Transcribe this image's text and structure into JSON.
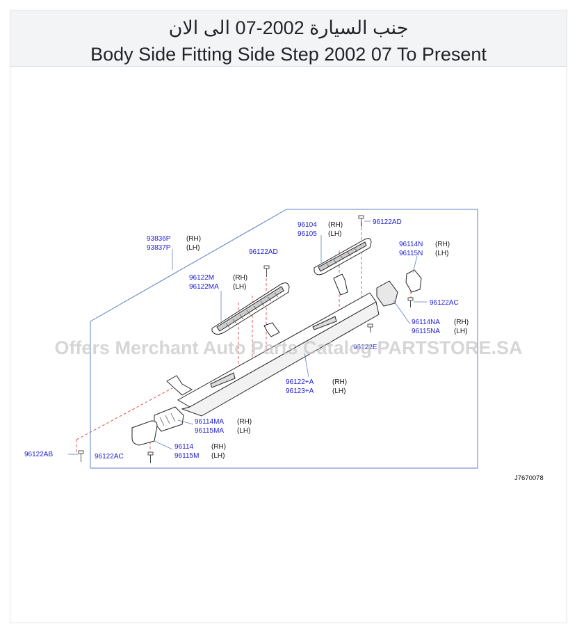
{
  "header": {
    "title_ar": "جنب السيارة 2002-07 الى الان",
    "title_en": "Body Side Fitting Side Step 2002 07 To Present"
  },
  "watermark": "Offers Merchant Auto Parts Catalog PARTSTORE.SA",
  "reference_code": "J7670078",
  "parts": {
    "p93836P": {
      "no": "93836P",
      "side": "(RH)"
    },
    "p93837P": {
      "no": "93837P",
      "side": "(LH)"
    },
    "p96122AD_a": {
      "no": "96122AD"
    },
    "p96122M": {
      "no": "96122M",
      "side": "(RH)"
    },
    "p96122MA": {
      "no": "96122MA",
      "side": "(LH)"
    },
    "p96104": {
      "no": "96104",
      "side": "(RH)"
    },
    "p96105": {
      "no": "96105",
      "side": "(LH)"
    },
    "p96122AD_b": {
      "no": "96122AD"
    },
    "p96114N": {
      "no": "96114N",
      "side": "(RH)"
    },
    "p96115N": {
      "no": "96115N",
      "side": "(LH)"
    },
    "p96122AC_a": {
      "no": "96122AC"
    },
    "p96114NA": {
      "no": "96114NA",
      "side": "(RH)"
    },
    "p96115NA": {
      "no": "96115NA",
      "side": "(LH)"
    },
    "p96122E": {
      "no": "96122E"
    },
    "p96122A": {
      "no": "96122+A",
      "side": "(RH)"
    },
    "p96123A": {
      "no": "96123+A",
      "side": "(LH)"
    },
    "p96114MA": {
      "no": "96114MA",
      "side": "(RH)"
    },
    "p96115MA": {
      "no": "96115MA",
      "side": "(LH)"
    },
    "p96114": {
      "no": "96114",
      "side": "(RH)"
    },
    "p96115M": {
      "no": "96115M",
      "side": "(LH)"
    },
    "p96122AB": {
      "no": "96122AB"
    },
    "p96122AC_b": {
      "no": "96122AC"
    }
  },
  "colors": {
    "part_number": "#1a1ad6",
    "leader": "#5b7fc4",
    "dashed": "#e03030"
  }
}
